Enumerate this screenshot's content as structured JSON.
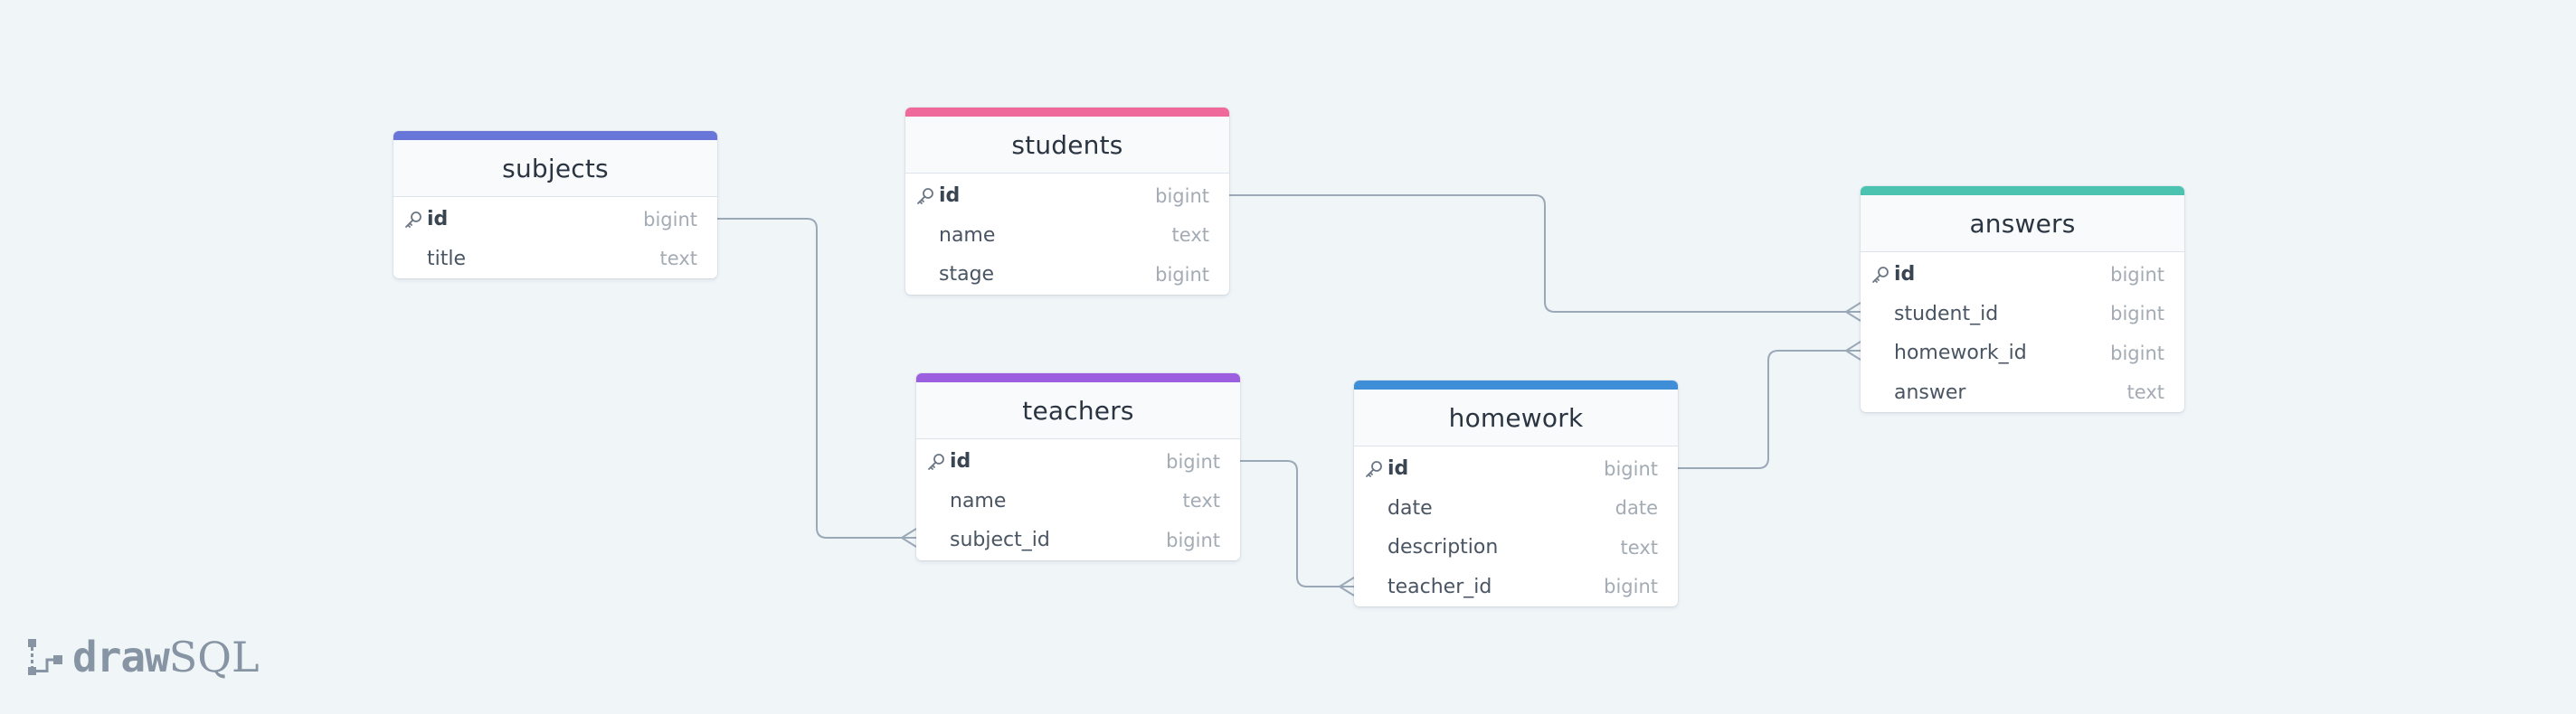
{
  "tables": [
    {
      "key": "subjects",
      "name": "subjects",
      "accent": "#6875d9",
      "columns": [
        {
          "name": "id",
          "type": "bigint",
          "pk": true
        },
        {
          "name": "title",
          "type": "text",
          "pk": false
        }
      ]
    },
    {
      "key": "students",
      "name": "students",
      "accent": "#ef6a9a",
      "columns": [
        {
          "name": "id",
          "type": "bigint",
          "pk": true
        },
        {
          "name": "name",
          "type": "text",
          "pk": false
        },
        {
          "name": "stage",
          "type": "bigint",
          "pk": false
        }
      ]
    },
    {
      "key": "teachers",
      "name": "teachers",
      "accent": "#9b5fe0",
      "columns": [
        {
          "name": "id",
          "type": "bigint",
          "pk": true
        },
        {
          "name": "name",
          "type": "text",
          "pk": false
        },
        {
          "name": "subject_id",
          "type": "bigint",
          "pk": false
        }
      ]
    },
    {
      "key": "homework",
      "name": "homework",
      "accent": "#3f8fd8",
      "columns": [
        {
          "name": "id",
          "type": "bigint",
          "pk": true
        },
        {
          "name": "date",
          "type": "date",
          "pk": false
        },
        {
          "name": "description",
          "type": "text",
          "pk": false
        },
        {
          "name": "teacher_id",
          "type": "bigint",
          "pk": false
        }
      ]
    },
    {
      "key": "answers",
      "name": "answers",
      "accent": "#4cc3b0",
      "columns": [
        {
          "name": "id",
          "type": "bigint",
          "pk": true
        },
        {
          "name": "student_id",
          "type": "bigint",
          "pk": false
        },
        {
          "name": "homework_id",
          "type": "bigint",
          "pk": false
        },
        {
          "name": "answer",
          "type": "text",
          "pk": false
        }
      ]
    }
  ],
  "relationships": [
    {
      "from": "subjects.id",
      "to": "teachers.subject_id",
      "cardinality": "one-to-many"
    },
    {
      "from": "students.id",
      "to": "answers.student_id",
      "cardinality": "one-to-many"
    },
    {
      "from": "teachers.id",
      "to": "homework.teacher_id",
      "cardinality": "one-to-many"
    },
    {
      "from": "homework.id",
      "to": "answers.homework_id",
      "cardinality": "one-to-many"
    }
  ],
  "colors": {
    "background": "#f0f5f8",
    "connector": "#9aa8b8",
    "logo": "#8694a3"
  },
  "icons": {
    "primary_key": "key-icon",
    "logo": "drawsql-logo-icon"
  },
  "logo": {
    "part1": "draw",
    "part2": "SQL"
  }
}
